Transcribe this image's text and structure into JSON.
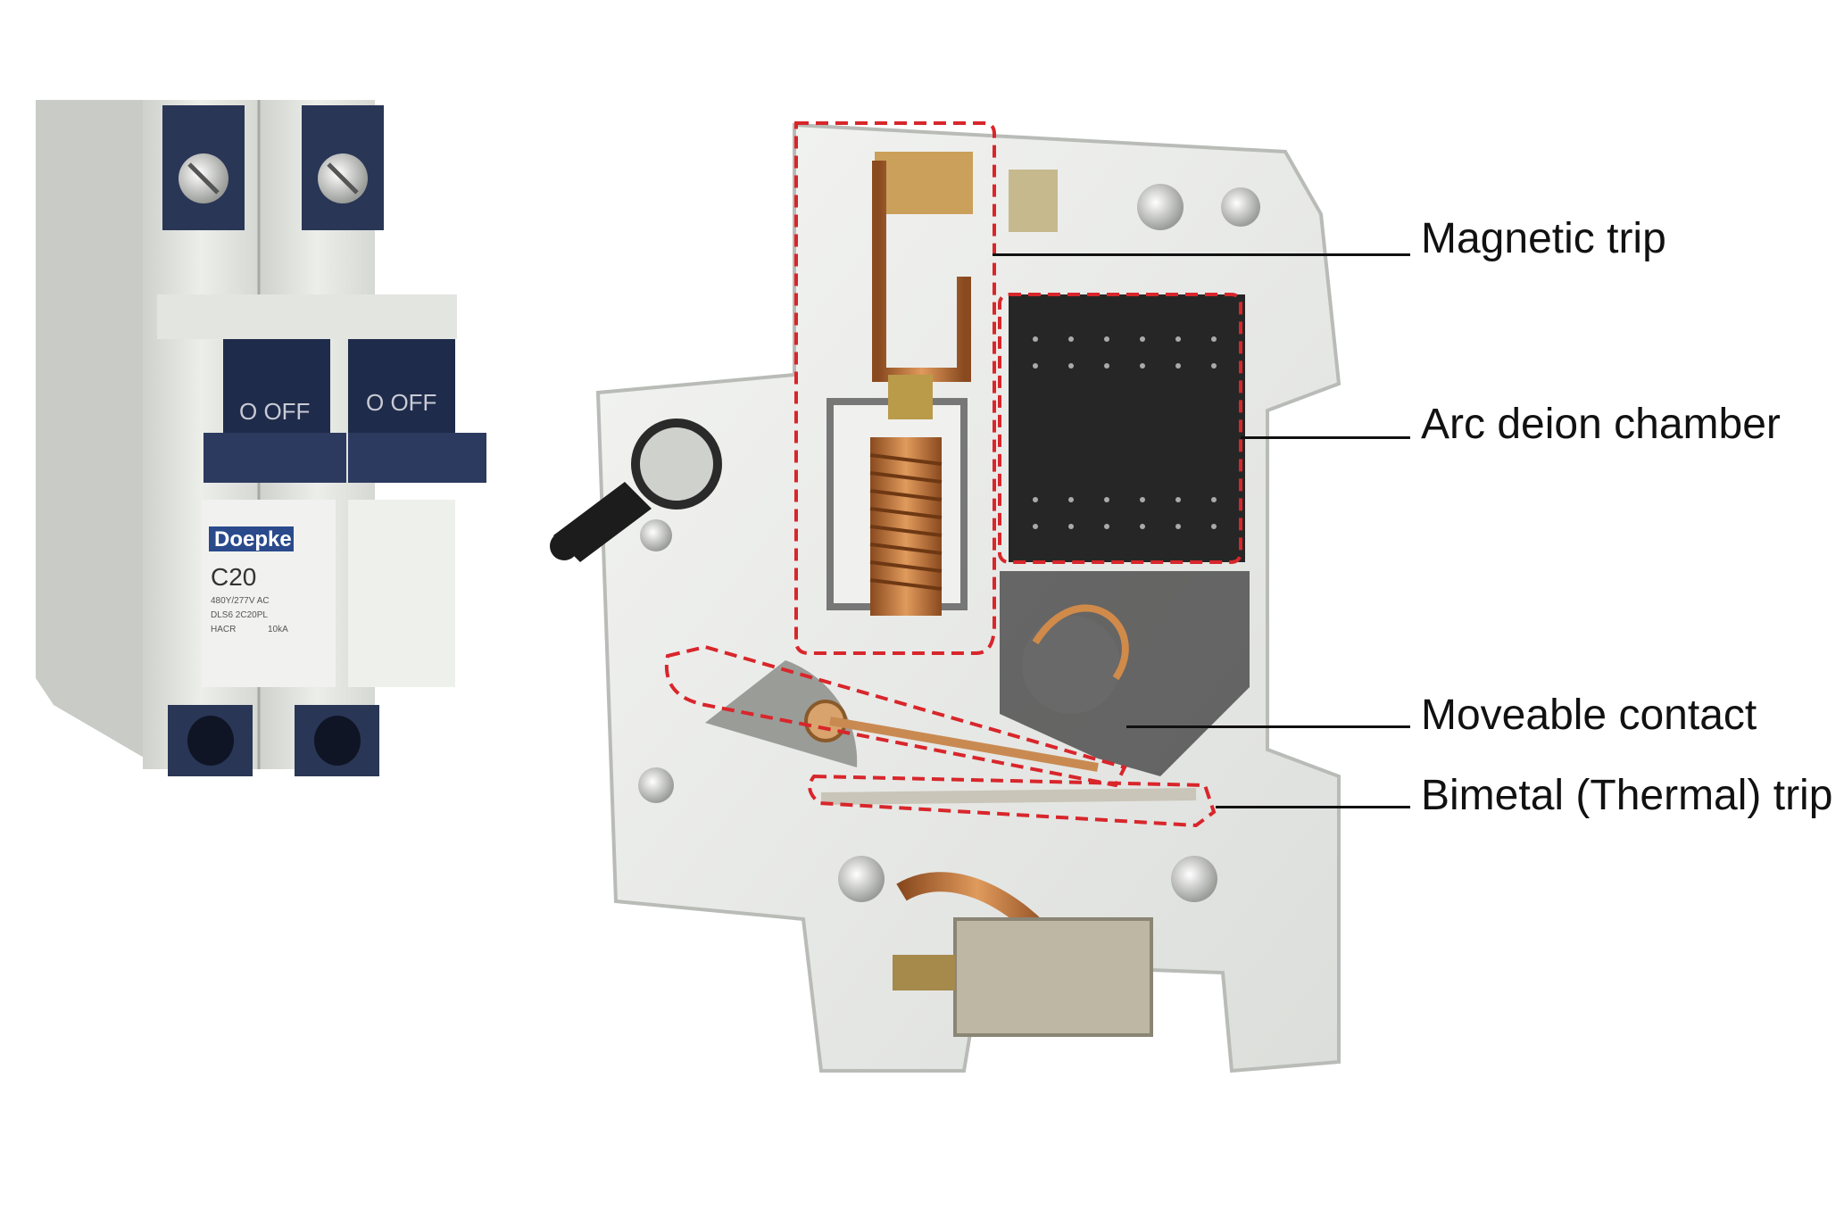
{
  "colors": {
    "highlight_dash": "#d8262b",
    "leader_line": "#111111",
    "breaker_body": "#e6e7e4",
    "handle_navy": "#1f2b4a",
    "copper": "#c0703a",
    "arc_chamber": "#262626"
  },
  "left_breaker": {
    "brand": "Doepke",
    "rating": "C20",
    "handle_marks": [
      "O OFF",
      "O OFF"
    ],
    "spec_lines": [
      "480Y/277V AC",
      "DLS6 2C20PL",
      "HACR",
      "10kA"
    ]
  },
  "callouts": [
    {
      "id": "magnetic-trip",
      "label": "Magnetic trip"
    },
    {
      "id": "arc-deion-chamber",
      "label": "Arc deion chamber"
    },
    {
      "id": "moveable-contact",
      "label": "Moveable contact"
    },
    {
      "id": "bimetal-thermal-trip",
      "label": "Bimetal (Thermal) trip"
    }
  ]
}
